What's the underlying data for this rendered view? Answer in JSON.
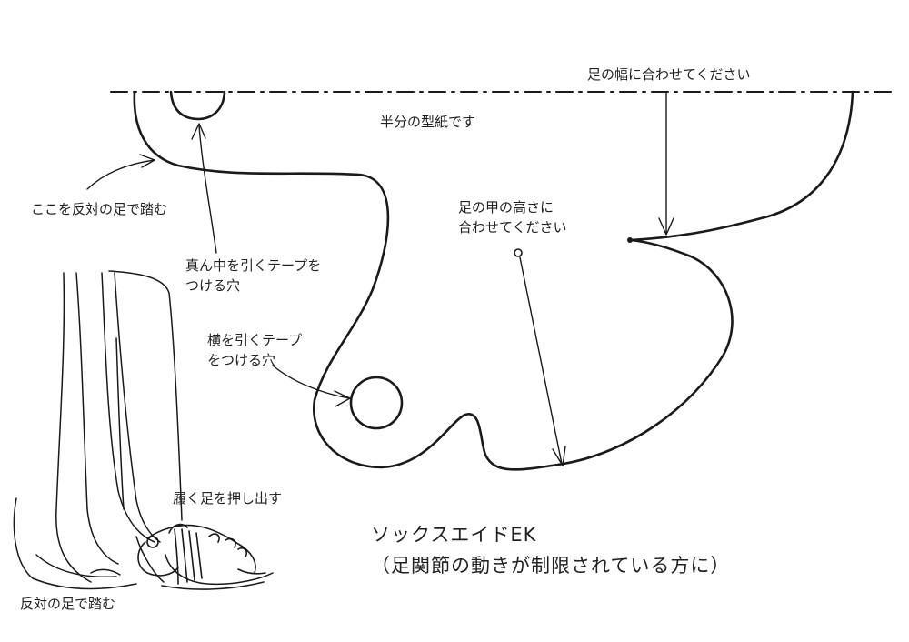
{
  "labels": {
    "foot_width": "足の幅に合わせてください",
    "half_pattern": "半分の型紙です",
    "step_here": "ここを反対の足で踏む",
    "instep_height_1": "足の甲の高さに",
    "instep_height_2": "合わせてください",
    "center_tape_1": "真ん中を引くテープを",
    "center_tape_2": "つける穴",
    "side_tape_1": "横を引くテープ",
    "side_tape_2": "をつける穴",
    "push_out": "履く足を押し出す",
    "step_opposite": "反対の足で踏む"
  },
  "title": {
    "line1": "ソックスエイドEK",
    "line2": "（足関節の動きが制限されている方に）"
  },
  "colors": {
    "ink": "#1a1a1a",
    "text": "#222222"
  }
}
